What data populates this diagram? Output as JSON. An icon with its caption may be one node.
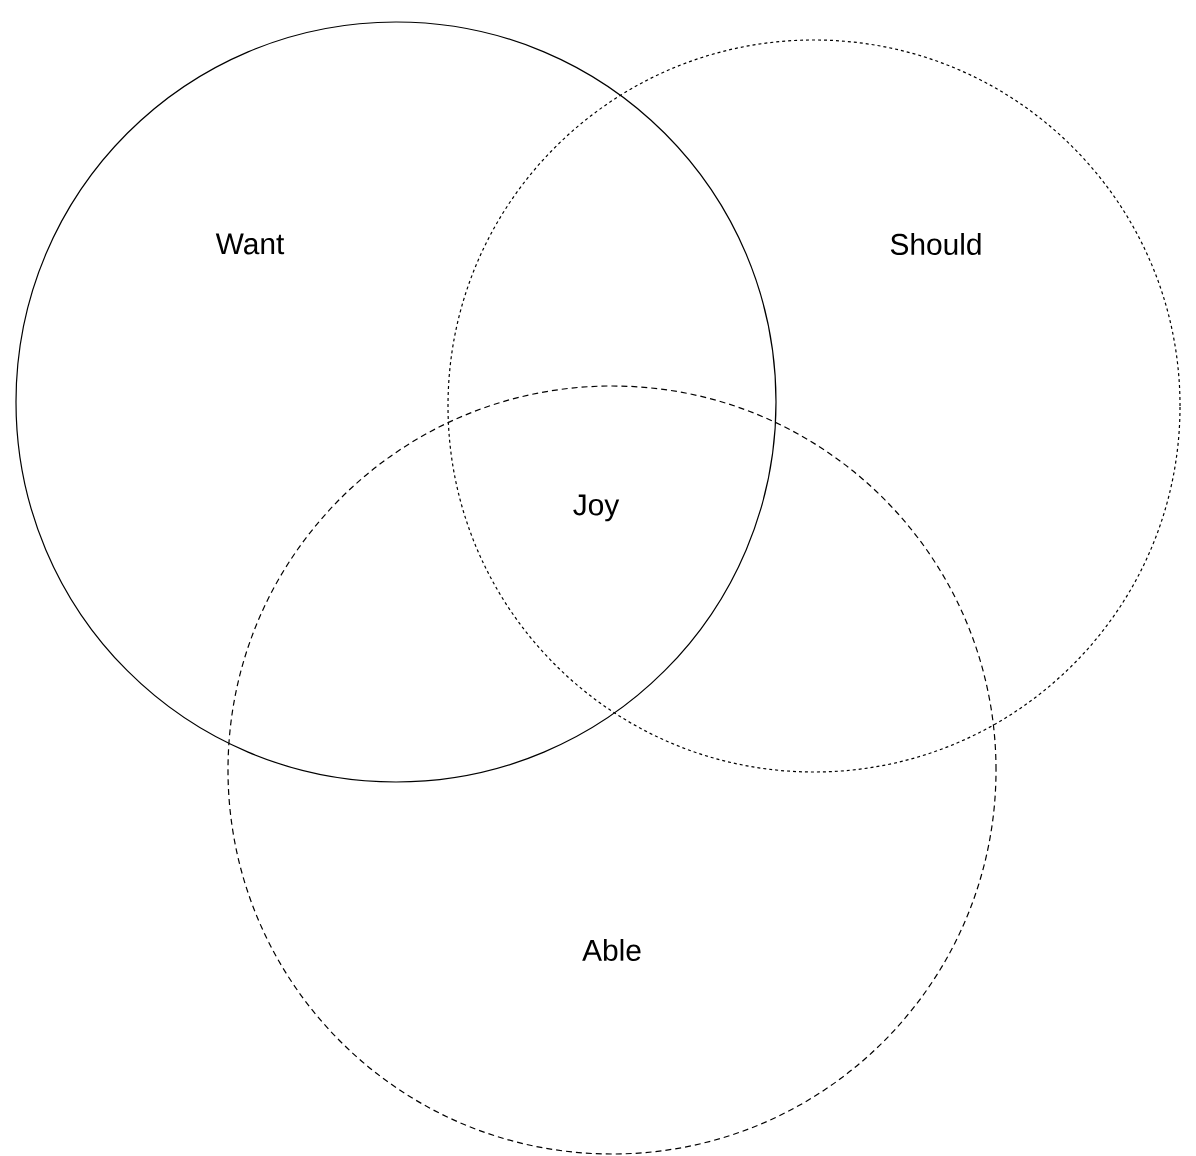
{
  "diagram": {
    "nodes": [
      {
        "text": [
          "Want"
        ]
      },
      {
        "text": [
          "Should"
        ]
      },
      {
        "text": [
          "Able"
        ]
      }
    ],
    "labels": [
      "Joy"
    ]
  }
}
